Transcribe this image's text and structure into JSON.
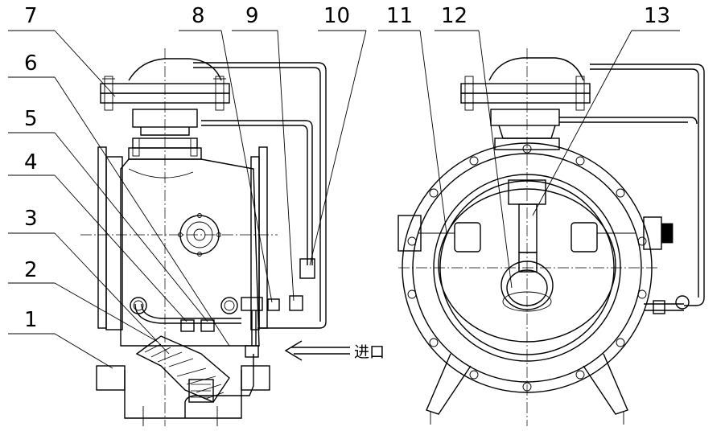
{
  "diagram": {
    "callouts": [
      "1",
      "2",
      "3",
      "4",
      "5",
      "6",
      "7",
      "8",
      "9",
      "10",
      "11",
      "12",
      "13"
    ],
    "inlet_label": "进口"
  }
}
